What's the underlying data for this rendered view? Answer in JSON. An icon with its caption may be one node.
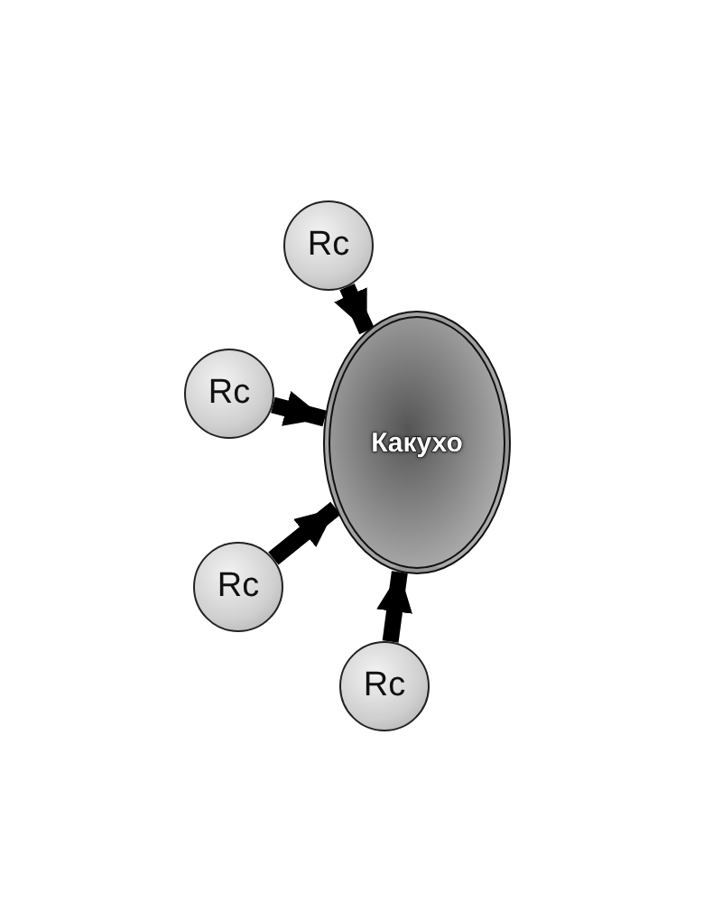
{
  "diagram": {
    "nodes": [
      {
        "text": [
          "Какухо"
        ]
      },
      {
        "text": [
          "Rc"
        ]
      },
      {
        "text": [
          "Rc"
        ]
      },
      {
        "text": [
          "Rc"
        ]
      },
      {
        "text": [
          "Rc"
        ]
      }
    ],
    "edges": [
      {
        "from": 1,
        "to": 0,
        "arrow": "to"
      },
      {
        "from": 2,
        "to": 0,
        "arrow": "to"
      },
      {
        "from": 3,
        "to": 0,
        "arrow": "to"
      },
      {
        "from": 4,
        "to": 0,
        "arrow": "to"
      }
    ]
  }
}
